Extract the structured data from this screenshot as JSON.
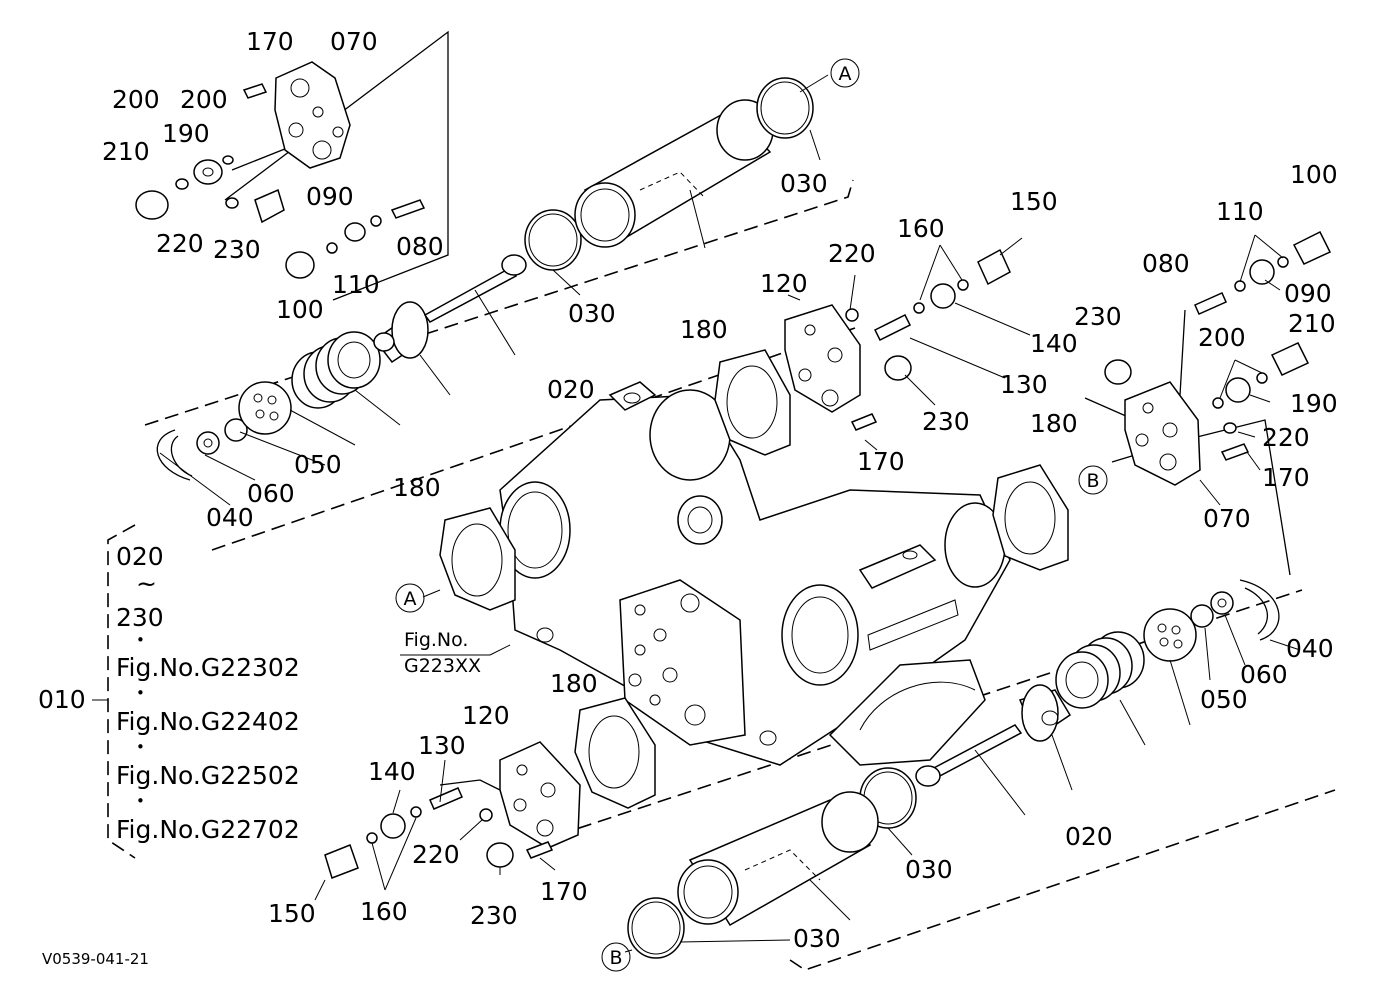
{
  "figure_code": "V0539-041-21",
  "callout_a": "A",
  "callout_b": "B",
  "fig_ref": {
    "line1": "Fig.No.",
    "line2": "G223XX"
  },
  "assembly": {
    "number": "010",
    "from": "020",
    "tilde": "~",
    "to": "230",
    "bullet": "•",
    "refs": [
      "Fig.No.G22302",
      "Fig.No.G22402",
      "Fig.No.G22502",
      "Fig.No.G22702"
    ]
  },
  "parts": {
    "p020": "020",
    "p030": "030",
    "p040": "040",
    "p050": "050",
    "p060": "060",
    "p070": "070",
    "p080": "080",
    "p090": "090",
    "p100": "100",
    "p110": "110",
    "p120": "120",
    "p130": "130",
    "p140": "140",
    "p150": "150",
    "p160": "160",
    "p170": "170",
    "p180": "180",
    "p190": "190",
    "p200": "200",
    "p210": "210",
    "p220": "220",
    "p230": "230"
  }
}
